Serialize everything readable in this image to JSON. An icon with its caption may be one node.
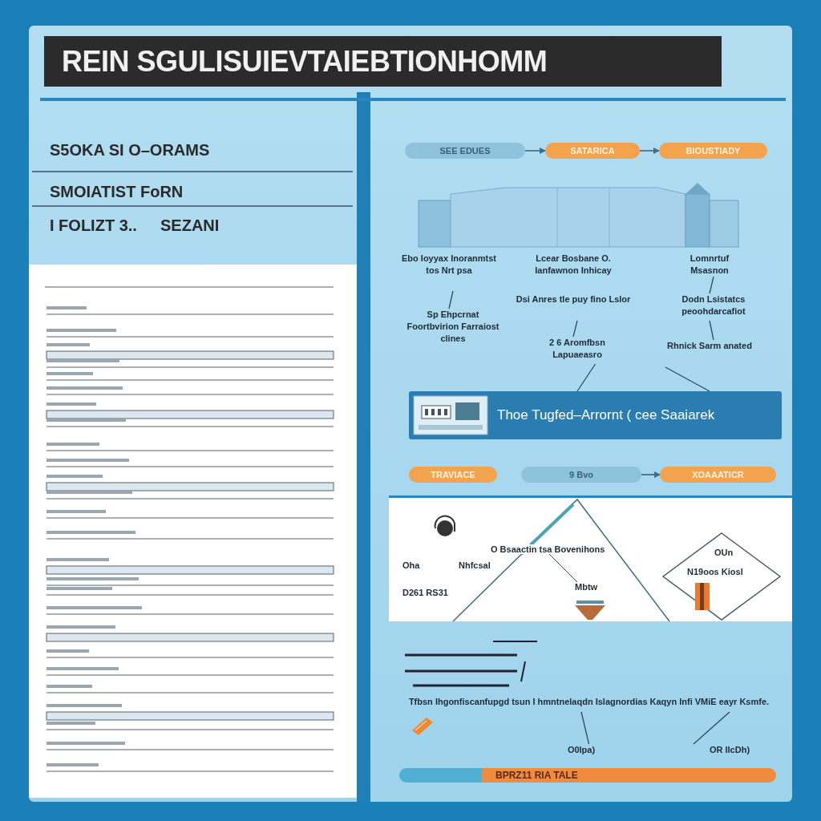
{
  "diagram": {
    "title": "REIN SGULISUIEVTAIEBTIONHOMM",
    "nodes": [
      {
        "text": [
          "SEE EDUES"
        ]
      },
      {
        "text": [
          "SATARICA"
        ]
      },
      {
        "text": [
          "BIOUSTIADY"
        ]
      },
      {
        "text": [],
        "shape": "picture"
      },
      {
        "text": [
          "Ebo Ioyyax Inoranmtst tos Nrt psa"
        ]
      },
      {
        "text": [
          "Sp Ehpcrnat Foortbvirion Farraiost clines"
        ]
      },
      {
        "text": [
          "Lcear Bosbane O. Ianfawnon Inhicay"
        ]
      },
      {
        "text": [
          "Dsi Anres tle puy fino Lslor"
        ]
      },
      {
        "text": [
          "2 6 Aromfbsn Lapuaeasro"
        ]
      },
      {
        "text": [
          "Lomnrtuf Msasnon"
        ]
      },
      {
        "text": [
          "Dodn Lsistatcs peoohdarcafiot"
        ]
      },
      {
        "text": [
          "Rhnick Sarm anated"
        ]
      },
      {
        "text": [
          "Thoe Tugfed–Arrornt ( cee Saaiarek"
        ]
      },
      {
        "text": [
          "TRAVIACE"
        ]
      },
      {
        "text": [
          "9 Bvo"
        ]
      },
      {
        "text": [
          "XOAAATICR"
        ]
      },
      {
        "text": [
          "Oha",
          "Nhfcsal",
          "D261 RS31",
          "O Bsaactin tsa Bovenihons",
          "Mbtw"
        ]
      },
      {
        "text": [
          "OUn",
          "N19oos Kiosl"
        ],
        "in": 16
      },
      {
        "text": [
          "Tfbsn Ihgonfiscanfupgd tsun I hmntnelaqdn Islagnordias Kaqyn Infi VMiE eayr Ksmfe."
        ]
      },
      {
        "text": [
          "O0Ipa)"
        ]
      },
      {
        "text": [
          "OR IIcDh)"
        ]
      },
      {
        "text": [
          "BPRZ11 RIA TALE"
        ]
      }
    ],
    "edges": [
      {
        "from": 0,
        "to": 1,
        "arrow": "to"
      },
      {
        "from": 1,
        "to": 2,
        "arrow": "to"
      },
      {
        "from": 4,
        "to": 5,
        "arrow": "none"
      },
      {
        "from": 7,
        "to": 8,
        "arrow": "none"
      },
      {
        "from": 9,
        "to": 10,
        "arrow": "none"
      },
      {
        "from": 10,
        "to": 11,
        "arrow": "none"
      },
      {
        "from": 8,
        "to": 12,
        "arrow": "none"
      },
      {
        "from": 11,
        "to": 12,
        "arrow": "none"
      },
      {
        "from": 14,
        "to": 15,
        "arrow": "to"
      },
      {
        "from": 18,
        "to": 19,
        "arrow": "none"
      },
      {
        "from": 18,
        "to": 20,
        "arrow": "none"
      }
    ],
    "labels": [
      "S5OKA SI O–ORAMS",
      "SMOIATIST FoRN",
      "I FOLIZT 3..",
      "SEZANI"
    ]
  }
}
